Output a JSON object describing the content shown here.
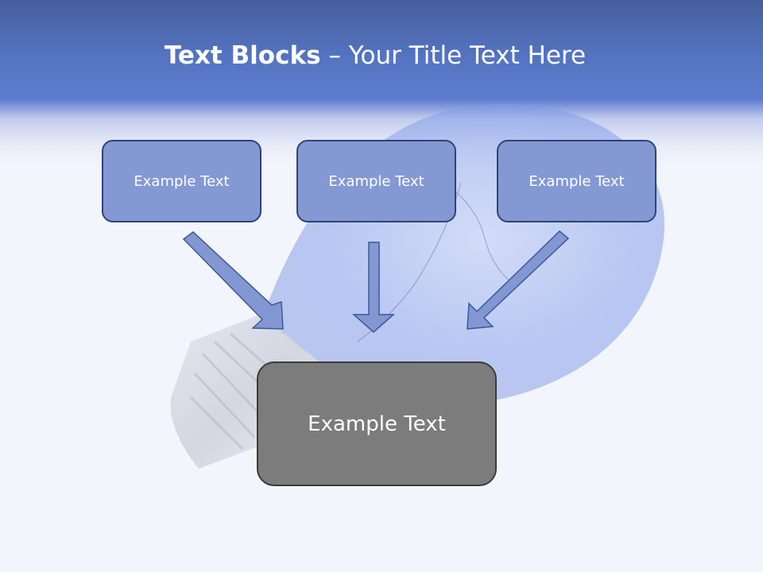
{
  "slide": {
    "title_bold": "Text Blocks",
    "title_dash": " – ",
    "title_rest": "Your Title Text Here"
  },
  "blocks": [
    {
      "label": "Example Text"
    },
    {
      "label": "Example Text"
    },
    {
      "label": "Example Text"
    }
  ],
  "target": {
    "label": "Example Text"
  },
  "colors": {
    "header": "#5473c0",
    "block_fill": "#8498d4",
    "block_border": "#2f4476",
    "target_fill": "#7c7c7c",
    "arrow_fill": "#8397d2"
  }
}
